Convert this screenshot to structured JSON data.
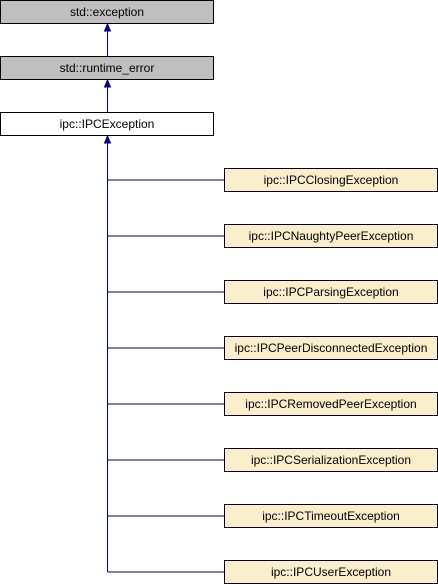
{
  "colors": {
    "external_node_fill": "#bfbfbf",
    "current_node_fill": "#ffffff",
    "derived_node_fill": "#fbeecd",
    "node_border": "#000000",
    "edge": "#000080"
  },
  "nodes": {
    "std_exception": {
      "label": "std::exception"
    },
    "std_runtime_error": {
      "label": "std::runtime_error"
    },
    "ipc_exception": {
      "label": "ipc::IPCException"
    },
    "derived": [
      {
        "label": "ipc::IPCClosingException"
      },
      {
        "label": "ipc::IPCNaughtyPeerException"
      },
      {
        "label": "ipc::IPCParsingException"
      },
      {
        "label": "ipc::IPCPeerDisconnectedException"
      },
      {
        "label": "ipc::IPCRemovedPeerException"
      },
      {
        "label": "ipc::IPCSerializationException"
      },
      {
        "label": "ipc::IPCTimeoutException"
      },
      {
        "label": "ipc::IPCUserException"
      }
    ]
  }
}
